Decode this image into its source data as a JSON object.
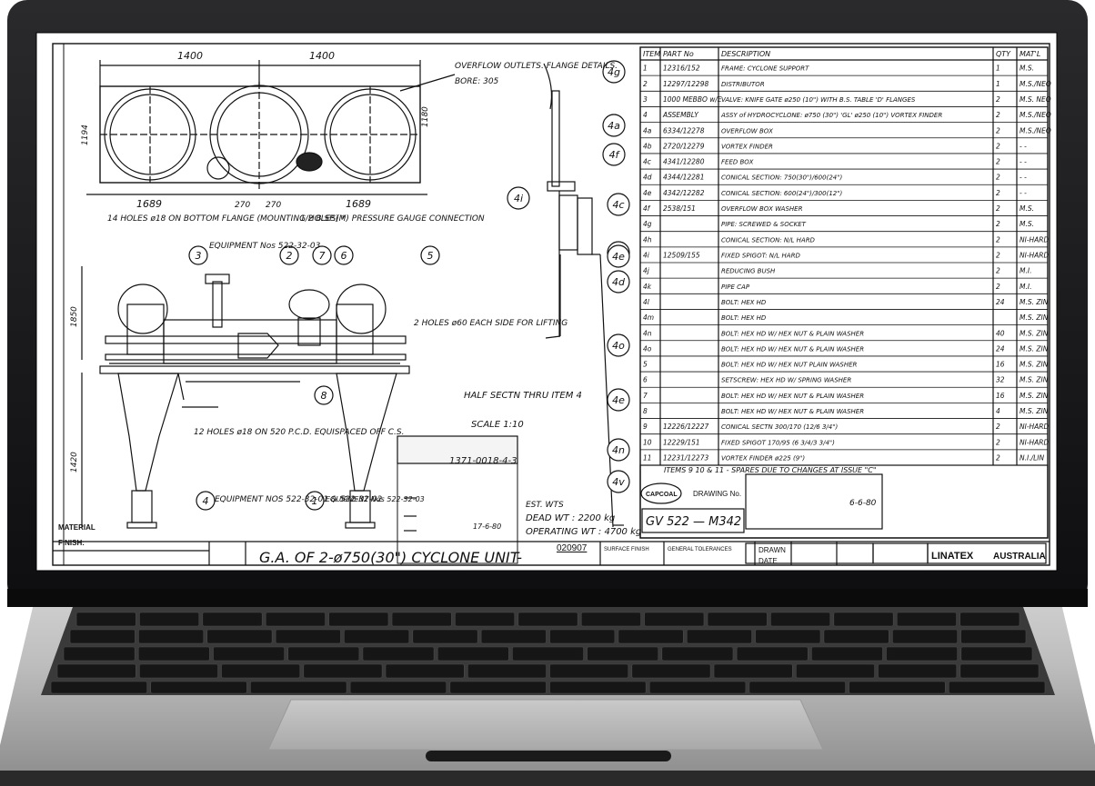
{
  "drawing": {
    "dim_top_left": "1400",
    "dim_top_right": "1400",
    "overflow_note": "OVERFLOW OUTLETS. FLANGE DETAILS.",
    "bore_note": "BORE: 305",
    "holes_top_note": "14 HOLES ø18 ON BOTTOM FLANGE (MOUNTING HOLES) *",
    "pressure_note": "1/2 B.SP.(M) PRESSURE GAUGE CONNECTION",
    "equipment_top": "EQUIPMENT Nos 522-32-03",
    "equipment_bl": "EQUIPMENT NOS 522-32-01 & 522-32-02",
    "equipment_br": "EQUIPMENT Nos 522-32-03",
    "holes_side_note": "2 HOLES ø60 EACH SIDE FOR LIFTING",
    "half_section": "HALF SECTN THRU ITEM 4",
    "scale": "SCALE 1:10",
    "holes_bottom": "12 HOLES ø18 ON 520 P.C.D. EQUISPACED OFF C.S.",
    "dim_left": "1850",
    "dim_bottom": "1420",
    "dim_1689a": "1689",
    "dim_1689b": "1689",
    "dim_270a": "270",
    "dim_270b": "270",
    "dim_1180": "1180",
    "dim_1194": "1194",
    "wt_header": "EST. WTS",
    "dead_wt": "DEAD WT : 2200 kg",
    "operating_wt": "OPERATING WT : 4700 kg",
    "ref_no": "020907",
    "stamp_no": "1371-0018-4-3",
    "date": "17-6-80",
    "material_label": "MATERIAL",
    "finish_label": "FINISH:",
    "title": "G.A. OF 2-ø750(30\") CYCLONE UNIT-",
    "surface_finish": "SURFACE FINISH",
    "tolerances": "GENERAL TOLERANCES",
    "drawn_label": "DRAWN",
    "date_label": "DATE",
    "brand": "LINATEX",
    "country": "AUSTRALIA",
    "capcoal": "CAPCOAL",
    "drawing_no_label": "DRAWING No.",
    "drawing_no": "GV 522 — M342",
    "sign_date": "6-6-80",
    "spares_note": "ITEMS 9 10 & 11 - SPARES DUE TO CHANGES AT ISSUE \"C\""
  },
  "parts_table": {
    "headers": [
      "ITEM",
      "PART No",
      "DESCRIPTION",
      "QTY",
      "MAT'L"
    ],
    "rows": [
      {
        "item": "1",
        "part": "12316/152",
        "desc": "FRAME: CYCLONE SUPPORT",
        "qty": "1",
        "mat": "M.S."
      },
      {
        "item": "2",
        "part": "12297/12298",
        "desc": "DISTRIBUTOR",
        "qty": "1",
        "mat": "M.S./NEOPRENE"
      },
      {
        "item": "3",
        "part": "1000 MEBBO w/E",
        "desc": "VALVE: KNIFE GATE ø250 (10\") WITH B.S. TABLE 'D' FLANGES",
        "qty": "2",
        "mat": "M.S. NEO/PUR"
      },
      {
        "item": "4",
        "part": "ASSEMBLY",
        "desc": "ASSY of HYDROCYCLONE: ø750 (30\") 'GL' ø250 (10\") VORTEX FINDER & SPIGOT",
        "qty": "2",
        "mat": "M.S./NEO/PUR"
      },
      {
        "item": "4a",
        "part": "6334/12278",
        "desc": "OVERFLOW BOX",
        "qty": "2",
        "mat": "M.S./NEOPRENE"
      },
      {
        "item": "4b",
        "part": "2720/12279",
        "desc": "VORTEX FINDER",
        "qty": "2",
        "mat": "- -"
      },
      {
        "item": "4c",
        "part": "4341/12280",
        "desc": "FEED BOX",
        "qty": "2",
        "mat": "- -"
      },
      {
        "item": "4d",
        "part": "4344/12281",
        "desc": "CONICAL SECTION: 750(30\")/600(24\")",
        "qty": "2",
        "mat": "- -"
      },
      {
        "item": "4e",
        "part": "4342/12282",
        "desc": "CONICAL SECTION: 600(24\")/300(12\")",
        "qty": "2",
        "mat": "- -"
      },
      {
        "item": "4f",
        "part": "2538/151",
        "desc": "OVERFLOW BOX WASHER",
        "qty": "2",
        "mat": "M.S."
      },
      {
        "item": "4g",
        "part": "",
        "desc": "PIPE: SCREWED & SOCKET",
        "qty": "2",
        "mat": "M.S."
      },
      {
        "item": "4h",
        "part": "",
        "desc": "CONICAL SECTION: N/L HARD",
        "qty": "2",
        "mat": "NI-HARD"
      },
      {
        "item": "4i",
        "part": "12509/155",
        "desc": "FIXED SPIGOT: N/L HARD",
        "qty": "2",
        "mat": "NI-HARD"
      },
      {
        "item": "4j",
        "part": "",
        "desc": "REDUCING BUSH",
        "qty": "2",
        "mat": "M.I."
      },
      {
        "item": "4k",
        "part": "",
        "desc": "PIPE CAP",
        "qty": "2",
        "mat": "M.I."
      },
      {
        "item": "4l",
        "part": "",
        "desc": "BOLT: HEX HD",
        "qty": "24",
        "mat": "M.S. ZINC PL."
      },
      {
        "item": "4m",
        "part": "",
        "desc": "BOLT: HEX HD",
        "qty": "",
        "mat": "M.S. ZINC PL."
      },
      {
        "item": "4n",
        "part": "",
        "desc": "BOLT: HEX HD W/ HEX NUT & PLAIN WASHER",
        "qty": "40",
        "mat": "M.S. ZINC PL."
      },
      {
        "item": "4o",
        "part": "",
        "desc": "BOLT: HEX HD W/ HEX NUT & PLAIN WASHER",
        "qty": "24",
        "mat": "M.S. ZINC PL."
      },
      {
        "item": "5",
        "part": "",
        "desc": "BOLT: HEX HD W/ HEX NUT PLAIN WASHER",
        "qty": "16",
        "mat": "M.S. ZINC PL."
      },
      {
        "item": "6",
        "part": "",
        "desc": "SETSCREW: HEX HD W/ SPRING WASHER",
        "qty": "32",
        "mat": "M.S. ZINC PL."
      },
      {
        "item": "7",
        "part": "",
        "desc": "BOLT: HEX HD W/ HEX NUT & PLAIN WASHER",
        "qty": "16",
        "mat": "M.S. ZINC PL."
      },
      {
        "item": "8",
        "part": "",
        "desc": "BOLT: HEX HD W/ HEX NUT & PLAIN WASHER",
        "qty": "4",
        "mat": "M.S. ZINC PL."
      },
      {
        "item": "9",
        "part": "12226/12227",
        "desc": "CONICAL SECTN 300/170 (12/6 3/4\")",
        "qty": "2",
        "mat": "NI-HARD"
      },
      {
        "item": "10",
        "part": "12229/151",
        "desc": "FIXED SPIGOT 170/95 (6 3/4/3 3/4\")",
        "qty": "2",
        "mat": "NI-HARD"
      },
      {
        "item": "11",
        "part": "12231/12273",
        "desc": "VORTEX FINDER ø225 (9\")",
        "qty": "2",
        "mat": "N.I./LINATEX"
      }
    ]
  },
  "callouts": [
    "4g",
    "4a",
    "4f",
    "4i",
    "4c",
    "4b",
    "4e",
    "4d",
    "4o",
    "4e",
    "4n",
    "4v",
    "3",
    "2",
    "7",
    "6",
    "5",
    "8",
    "4",
    "1"
  ]
}
